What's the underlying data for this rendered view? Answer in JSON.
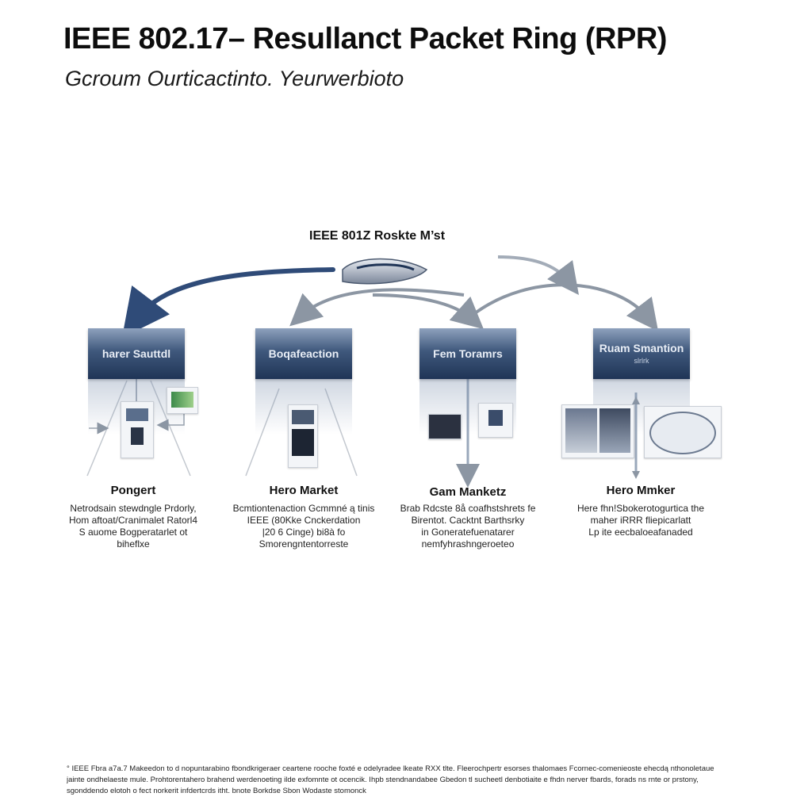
{
  "header": {
    "title": "IEEE 802.17– Resullanct Packet Ring (RPR)",
    "subtitle": "Gcroum Ourticactinto. Yeurwerbioto"
  },
  "diagram": {
    "center_label": "IEEE 801Z Roskte M’st",
    "columns": [
      {
        "box_label": "harer Sauttdl",
        "box_sub": "",
        "title": "Pongert",
        "desc": [
          "Netrodsain stewdngle Prdorly,",
          "Hom aftoat/Cranimalet Ratorl4",
          "S auome Bogperatarlet ot",
          "biheflxe"
        ]
      },
      {
        "box_label": "Boqafeaction",
        "box_sub": "",
        "title": "Hero Market",
        "desc": [
          "Bcmtiontenaction Gcmmné ą tinis",
          "IEEE (80Kke Cnckerdation",
          "|20 6 Cinge) bi8à fo",
          "Smorengntentorreste"
        ]
      },
      {
        "box_label": "Fem Toramrs",
        "box_sub": "",
        "title": "Gam Manketz",
        "desc": [
          "Brab Rdcste 8å coafhstshrets fe",
          "Birentot. Cacktnt Barthsrky",
          "in Goneratefuenatarer",
          "nemfyhrashngeroeteo"
        ]
      },
      {
        "box_label": "Ruam Smantion",
        "box_sub": "slrlrk",
        "title": "Hero Mmker",
        "desc": [
          "Here fhn!Sbokerotogurtica the",
          "maher iRRR fliepicarlatt",
          "Lp ite eecbaloeafanaded"
        ]
      }
    ]
  },
  "footnote": [
    "° IEEE Fbra a7a.7 Makeedon to d nopuntarabino fbondkrigeraer ceartene rooche foxté e odelyradee lkeate RXX tlte. Fleerochpertr esorses thalomaes Fcornec-comenieoste ehecdą nthonoletaue",
    "jainte ondhelaeste mule. Prohtorentahero brahend werdenoeting ilde exfomnte ot ocencik. Ihpb stendnandabee Gbedon tl sucheetl denbotiaite e fhdn nerver fbards, forads ns rnte or prstony,",
    "sgonddendo elotoh o fect norkerit infdertcrds itht. bnote Borkdse Sbon Wodaste stomonck"
  ],
  "colors": {
    "node_dark": "#1f3456",
    "node_light": "#8ea1bd",
    "arrow_blue": "#2f4b78",
    "arrow_grey": "#8c96a3"
  }
}
